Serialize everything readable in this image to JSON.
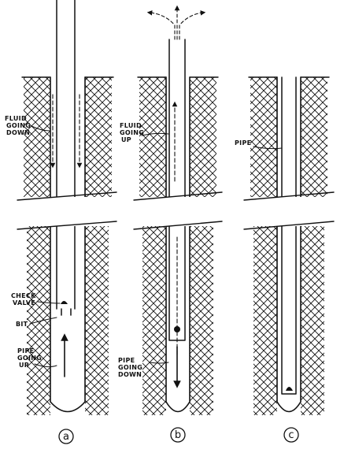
{
  "panels": [
    {
      "id": "a",
      "caption": "a",
      "labels": [
        {
          "key": "fluid_down",
          "lines": [
            "FLUID",
            "GOING",
            "DOWN"
          ]
        },
        {
          "key": "check_valve",
          "lines": [
            "CHECK",
            "VALVE"
          ]
        },
        {
          "key": "bit",
          "lines": [
            "BIT"
          ]
        },
        {
          "key": "pipe_up",
          "lines": [
            "PIPE",
            "GOING",
            "UP"
          ]
        }
      ]
    },
    {
      "id": "b",
      "caption": "b",
      "labels": [
        {
          "key": "fluid_up",
          "lines": [
            "FLUID",
            "GOING",
            "UP"
          ]
        },
        {
          "key": "pipe_down",
          "lines": [
            "PIPE",
            "GOING",
            "DOWN"
          ]
        }
      ]
    },
    {
      "id": "c",
      "caption": "c",
      "labels": [
        {
          "key": "pipe",
          "lines": [
            "PIPE"
          ]
        }
      ]
    }
  ],
  "colors": {
    "ink": "#111111",
    "paper": "#ffffff"
  }
}
